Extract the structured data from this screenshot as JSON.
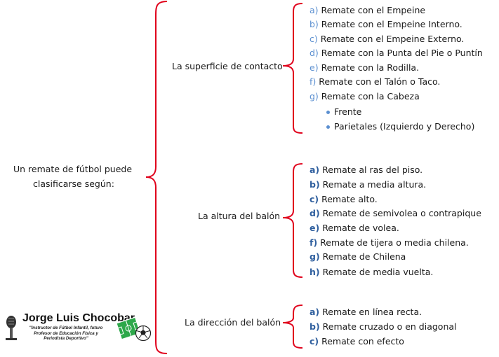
{
  "root": {
    "line1": "Un remate de fútbol puede",
    "line2": "clasificarse según:"
  },
  "branches": [
    {
      "label": "La superficie de contacto",
      "items": [
        {
          "letter": "a)",
          "text": "Remate con el Empeine"
        },
        {
          "letter": "b)",
          "text": "Remate con el Empeine Interno."
        },
        {
          "letter": "c)",
          "text": "Remate con el Empeine Externo."
        },
        {
          "letter": "d)",
          "text": "Remate con la Punta del Pie o Puntín"
        },
        {
          "letter": "e)",
          "text": "Remate con la Rodilla."
        },
        {
          "letter": "f)",
          "text": "Remate con el Talón o Taco."
        },
        {
          "letter": "g)",
          "text": "Remate con la Cabeza"
        }
      ],
      "subitems": [
        "Frente",
        "Parietales (Izquierdo y Derecho)"
      ]
    },
    {
      "label": "La altura del balón",
      "items": [
        {
          "letter": "a)",
          "text": "Remate al ras del piso."
        },
        {
          "letter": "b)",
          "text": "Remate a media altura."
        },
        {
          "letter": "c)",
          "text": "Remate alto."
        },
        {
          "letter": "d)",
          "text": "Remate de semivolea o contrapique"
        },
        {
          "letter": "e)",
          "text": "Remate de volea."
        },
        {
          "letter": "f)",
          "text": "Remate de tijera o media chilena."
        },
        {
          "letter": "g)",
          "text": "Remate de Chilena"
        },
        {
          "letter": "h)",
          "text": "Remate de media vuelta."
        }
      ]
    },
    {
      "label": "La dirección del balón",
      "items": [
        {
          "letter": "a)",
          "text": "Remate en línea recta."
        },
        {
          "letter": "b)",
          "text": "Remate cruzado o en diagonal"
        },
        {
          "letter": "c)",
          "text": "Remate con efecto"
        }
      ]
    }
  ],
  "logo": {
    "name": "Jorge Luis Chocobar",
    "subtitle": "\"Instructor de Fútbol Infantil, futuro Profesor de Educación Física y Periodista Deportivo\""
  },
  "colors": {
    "brace": "#e0001b",
    "letter_light": "#5b8fd0",
    "letter_bold": "#2f5f9e"
  }
}
